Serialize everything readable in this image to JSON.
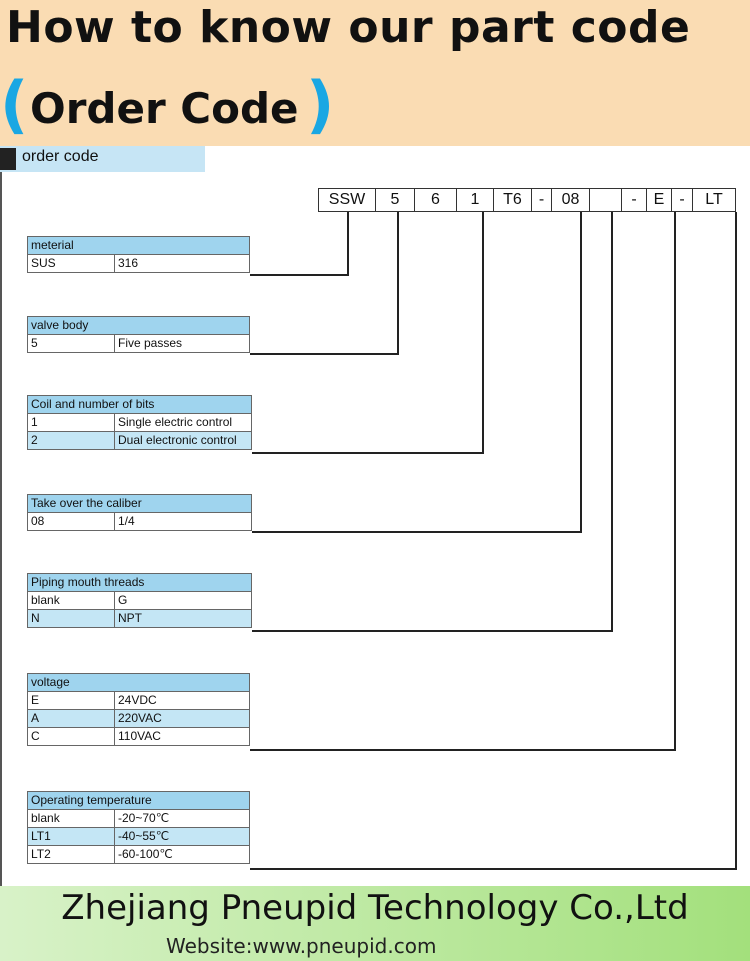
{
  "header": {
    "title": "How to know our part code",
    "subtitle_open": "(",
    "subtitle": "Order Code",
    "subtitle_close": ")"
  },
  "section_label": "order code",
  "code_boxes": [
    "SSW",
    "5",
    "6",
    "1",
    "T6",
    "-",
    "08",
    "",
    "-",
    "E",
    "-",
    "LT"
  ],
  "tables": {
    "material": {
      "title": "meterial",
      "rows": [
        [
          "SUS",
          "316"
        ]
      ]
    },
    "valve_body": {
      "title": "valve body",
      "rows": [
        [
          "5",
          "Five passes"
        ]
      ]
    },
    "coil": {
      "title": "Coil and number of bits",
      "rows": [
        [
          "1",
          "Single electric control"
        ],
        [
          "2",
          "Dual electronic control"
        ]
      ]
    },
    "caliber": {
      "title": "Take over the caliber",
      "rows": [
        [
          "08",
          "1/4"
        ]
      ]
    },
    "threads": {
      "title": "Piping mouth threads",
      "rows": [
        [
          "blank",
          "G"
        ],
        [
          "N",
          "NPT"
        ]
      ]
    },
    "voltage": {
      "title": "voltage",
      "rows": [
        [
          "E",
          "24VDC"
        ],
        [
          "A",
          "220VAC"
        ],
        [
          "C",
          "110VAC"
        ]
      ]
    },
    "temperature": {
      "title": "Operating temperature",
      "rows": [
        [
          "blank",
          "-20~70℃"
        ],
        [
          "LT1",
          "-40~55℃"
        ],
        [
          "LT2",
          "-60-100℃"
        ]
      ]
    }
  },
  "footer": {
    "company": "Zhejiang Pneupid Technology Co.,Ltd",
    "website": "Website:www.pneupid.com"
  },
  "colors": {
    "header_bg": "#fadcb3",
    "paren_blue": "#1aa7e3",
    "table_header_blue": "#9fd4ee",
    "footer_green": "#a3e07c"
  }
}
